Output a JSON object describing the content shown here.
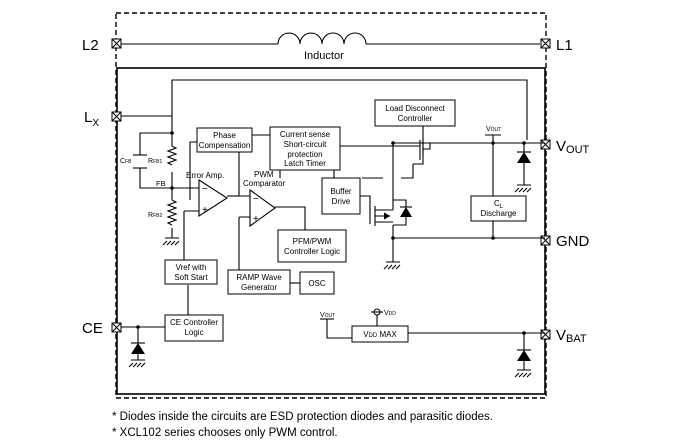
{
  "pins": {
    "l2": "L2",
    "l1": "L1",
    "lx": {
      "main": "L",
      "sub": "X"
    },
    "vout": {
      "main": "V",
      "sub": "OUT"
    },
    "gnd": "GND",
    "ce": "CE",
    "vbat": {
      "main": "V",
      "sub": "BAT"
    }
  },
  "inductor_label": "Inductor",
  "blocks": {
    "phase_comp": [
      "Phase",
      "Compensation"
    ],
    "current_sense": [
      "Current sense",
      "Short-circuit",
      "protection",
      "Latch Timer"
    ],
    "load_disconnect": [
      "Load  Disconnect",
      "Controller"
    ],
    "error_amp": "Error Amp.",
    "pwm_comp": [
      "PWM",
      "Comparator"
    ],
    "buffer_drive": [
      "Buffer",
      "Drive"
    ],
    "cl_discharge": {
      "cl_main": "C",
      "cl_sub": "L",
      "line2": "Discharge"
    },
    "pfm_pwm": [
      "PFM/PWM",
      "Controller Logic"
    ],
    "vref": [
      "Vref with",
      "Soft Start"
    ],
    "ramp": [
      "RAMP Wave",
      "Generator"
    ],
    "osc": "OSC",
    "ce_logic": [
      "CE Controller",
      "Logic"
    ],
    "vdd_max": {
      "main": "V",
      "sub": "DD",
      "suffix": " MAX"
    }
  },
  "labels": {
    "cfb": {
      "main": "C",
      "sub": "FB"
    },
    "rfb1": {
      "main": "R",
      "sub": "FB1"
    },
    "rfb2": {
      "main": "R",
      "sub": "FB2"
    },
    "fb": "FB",
    "vout_internal": {
      "main": "V",
      "sub": "OUT"
    },
    "vout_small": {
      "main": "V",
      "sub": "OUT"
    },
    "vdd": {
      "main": "V",
      "sub": "DD"
    },
    "minus": "−",
    "plus": "+"
  },
  "notes": [
    "* Diodes inside the circuits are ESD protection diodes and parasitic diodes.",
    "* XCL102 series chooses only PWM control."
  ]
}
